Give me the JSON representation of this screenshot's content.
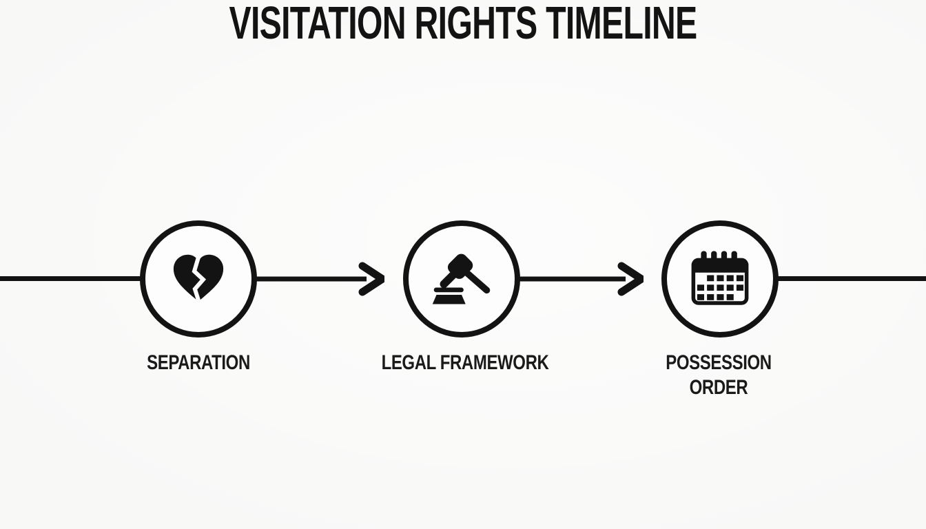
{
  "title": "VISITATION RIGHTS TIMELINE",
  "steps": [
    {
      "id": "separation",
      "label": "SEPARATION",
      "icon": "broken-heart-icon"
    },
    {
      "id": "legal-framework",
      "label": "LEGAL FRAMEWORK",
      "icon": "gavel-icon"
    },
    {
      "id": "possession-order",
      "label": "POSSESSION ORDER",
      "icon": "calendar-icon"
    }
  ],
  "colors": {
    "ink": "#131313",
    "background": "#f8f8f7",
    "node_fill": "#fdfdfd"
  }
}
